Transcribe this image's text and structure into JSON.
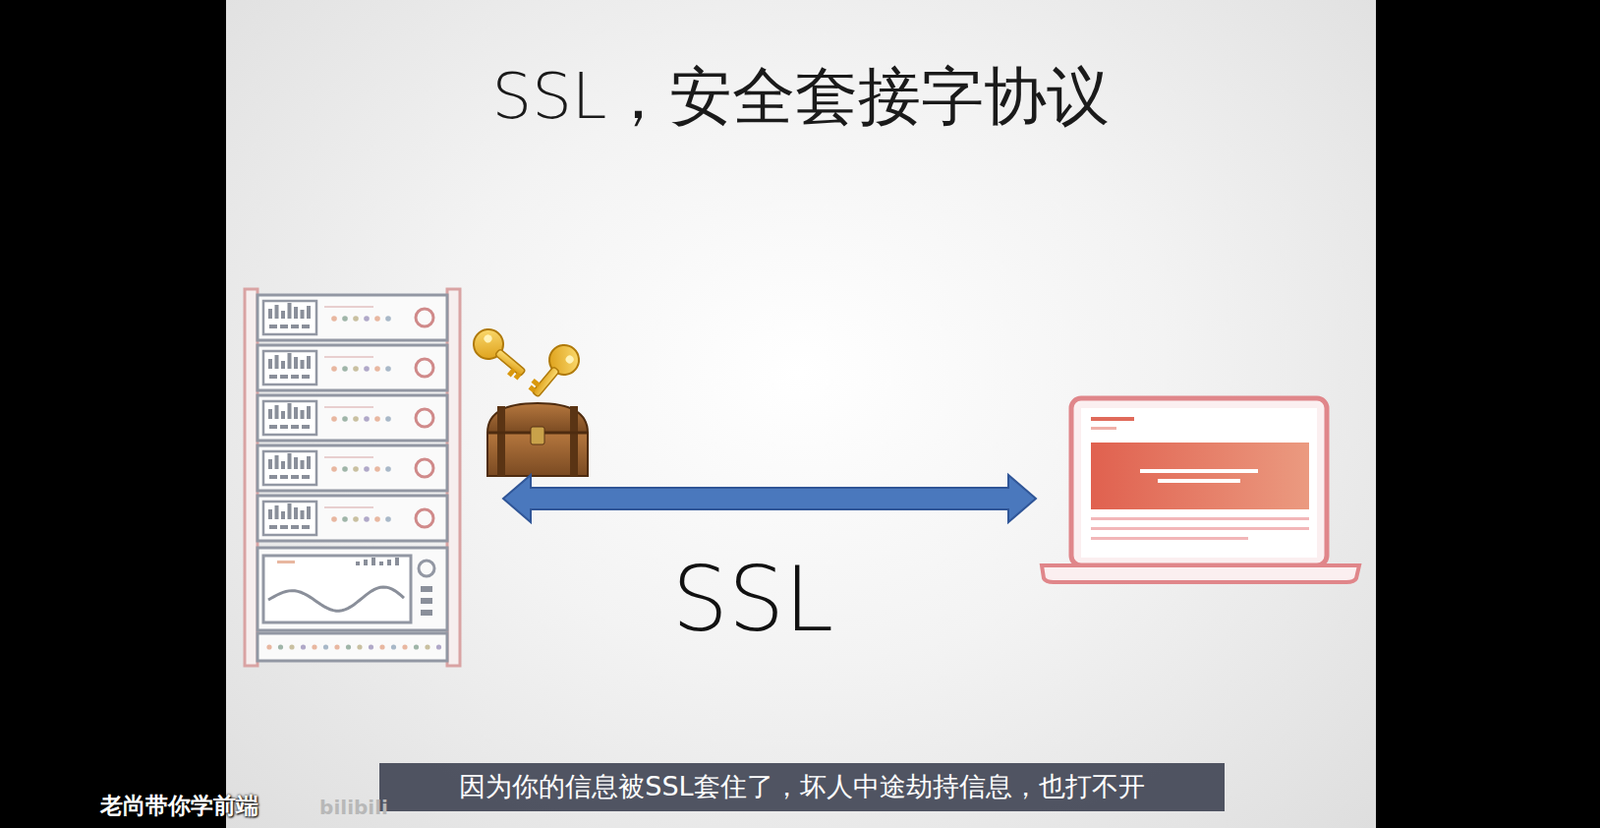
{
  "diagram": {
    "title": "SSL，安全套接字协议",
    "caption": "因为你的信息被SSL套住了，坏人中途劫持信息，也打不开",
    "labels": [
      "SSL",
      "老尚带你学前端",
      "bilibili"
    ]
  }
}
